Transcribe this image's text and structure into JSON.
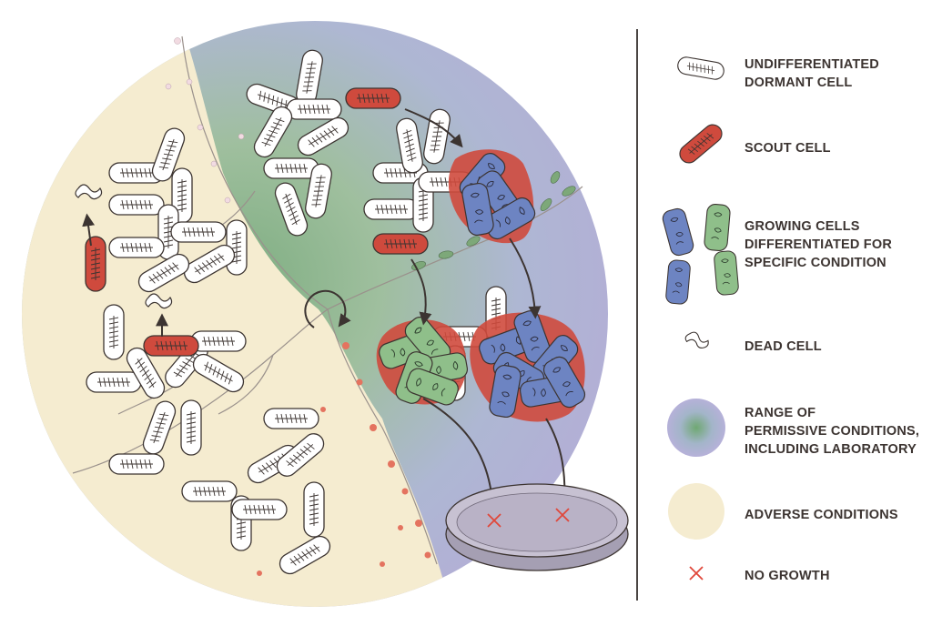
{
  "diagram": {
    "legend": [
      {
        "id": "undifferentiated",
        "icon": "dormant-cell-icon",
        "lines": [
          "UNDIFFERENTIATED",
          "DORMANT CELL"
        ]
      },
      {
        "id": "scout",
        "icon": "scout-cell-icon",
        "lines": [
          "SCOUT CELL"
        ]
      },
      {
        "id": "growing",
        "icon": "growing-cells-icon",
        "lines": [
          "GROWING CELLS",
          "DIFFERENTIATED FOR",
          "SPECIFIC CONDITION"
        ]
      },
      {
        "id": "dead",
        "icon": "dead-cell-icon",
        "lines": [
          "DEAD CELL"
        ]
      },
      {
        "id": "permissive",
        "icon": "permissive-gradient-icon",
        "lines": [
          "RANGE OF",
          "PERMISSIVE CONDITIONS,",
          "INCLUDING LABORATORY"
        ]
      },
      {
        "id": "adverse",
        "icon": "adverse-circle-icon",
        "lines": [
          "ADVERSE CONDITIONS"
        ]
      },
      {
        "id": "nogrowth",
        "icon": "x-mark-icon",
        "lines": [
          "NO GROWTH"
        ]
      }
    ],
    "colors": {
      "adverse": "#f5ecd0",
      "permissive_center": "#7fae82",
      "permissive_edge": "#b3aed6",
      "scout": "#cf4a3d",
      "dormant": "#ffffff",
      "blue_cell": "#6d84c2",
      "green_cell": "#8fbf8a",
      "outline": "#3c3431",
      "no_growth": "#e0473a",
      "petri": "#b3acbc"
    }
  }
}
